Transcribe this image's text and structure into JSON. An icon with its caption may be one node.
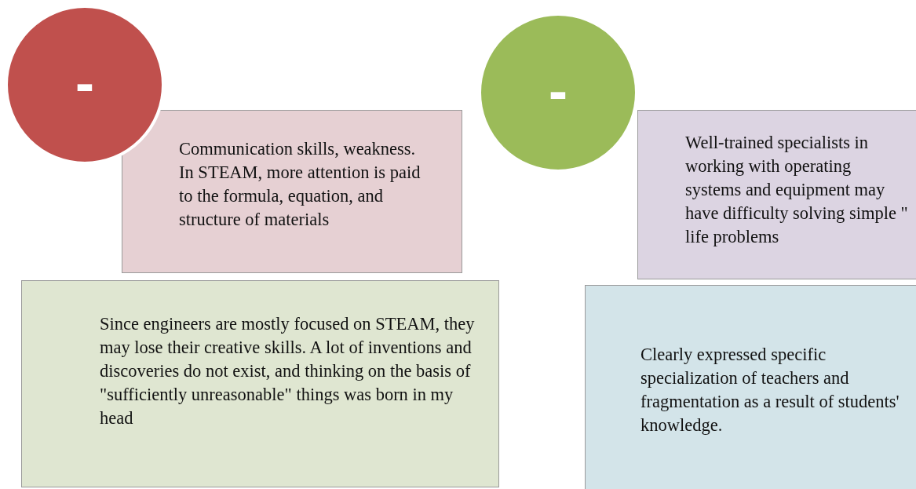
{
  "diagram": {
    "nodes": [
      {
        "text": [
          "-"
        ]
      },
      {
        "text": [
          "Communication skills, weakness.  In STEAM, more attention is paid to the formula, equation, and structure of materials"
        ]
      },
      {
        "text": [
          "Since engineers are mostly focused on STEAM, they may lose their creative skills. A lot of inventions and discoveries do not exist, and thinking on the basis of \"sufficiently unreasonable\" things was born in my head"
        ]
      },
      {
        "text": [
          "-"
        ]
      },
      {
        "text": [
          "Well-trained specialists in working with operating systems and equipment may have difficulty solving simple \" life problems"
        ]
      },
      {
        "text": [
          "Clearly expressed specific specialization of teachers and fragmentation as a result of students' knowledge."
        ]
      }
    ]
  }
}
